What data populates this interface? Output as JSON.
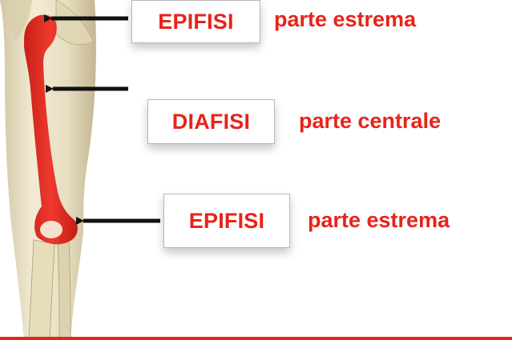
{
  "labels": [
    {
      "term": "EPIFISI",
      "description": "parte estrema"
    },
    {
      "term": "DIAFISI",
      "description": "parte centrale"
    },
    {
      "term": "EPIFISI",
      "description": "parte estrema"
    }
  ],
  "colors": {
    "accent_red": "#e8231a",
    "bone_cream": "#ece4c8",
    "bone_shadow": "#c9bd98",
    "arrow": "#111111"
  }
}
